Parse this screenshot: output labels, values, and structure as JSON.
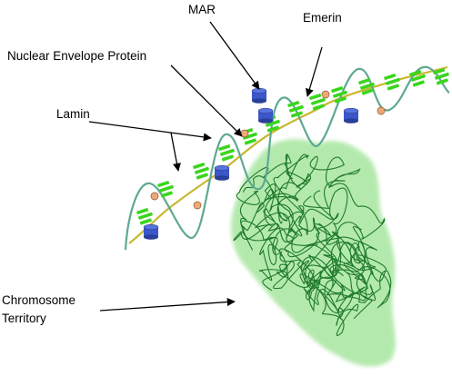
{
  "labels": {
    "mar": "MAR",
    "emerin": "Emerin",
    "nuclear_envelope_protein": "Nuclear Envelope Protein",
    "lamin": "Lamin",
    "chromosome_territory_line1": "Chromosome",
    "chromosome_territory_line2": "Territory"
  },
  "colors": {
    "lamin_filament": "#5fa894",
    "chromatin_fiber": "#c8b830",
    "lamin_blocks": "#39d61c",
    "mar_cylinder": "#3b57c9",
    "emerin_dot": "#f0a878",
    "territory_fill": "#a8e6a0",
    "chromatin_strand": "#1f7a2a",
    "arrow": "#000000"
  },
  "icons": {
    "mar": "blue-cylinder-icon",
    "emerin": "orange-dot-icon"
  }
}
